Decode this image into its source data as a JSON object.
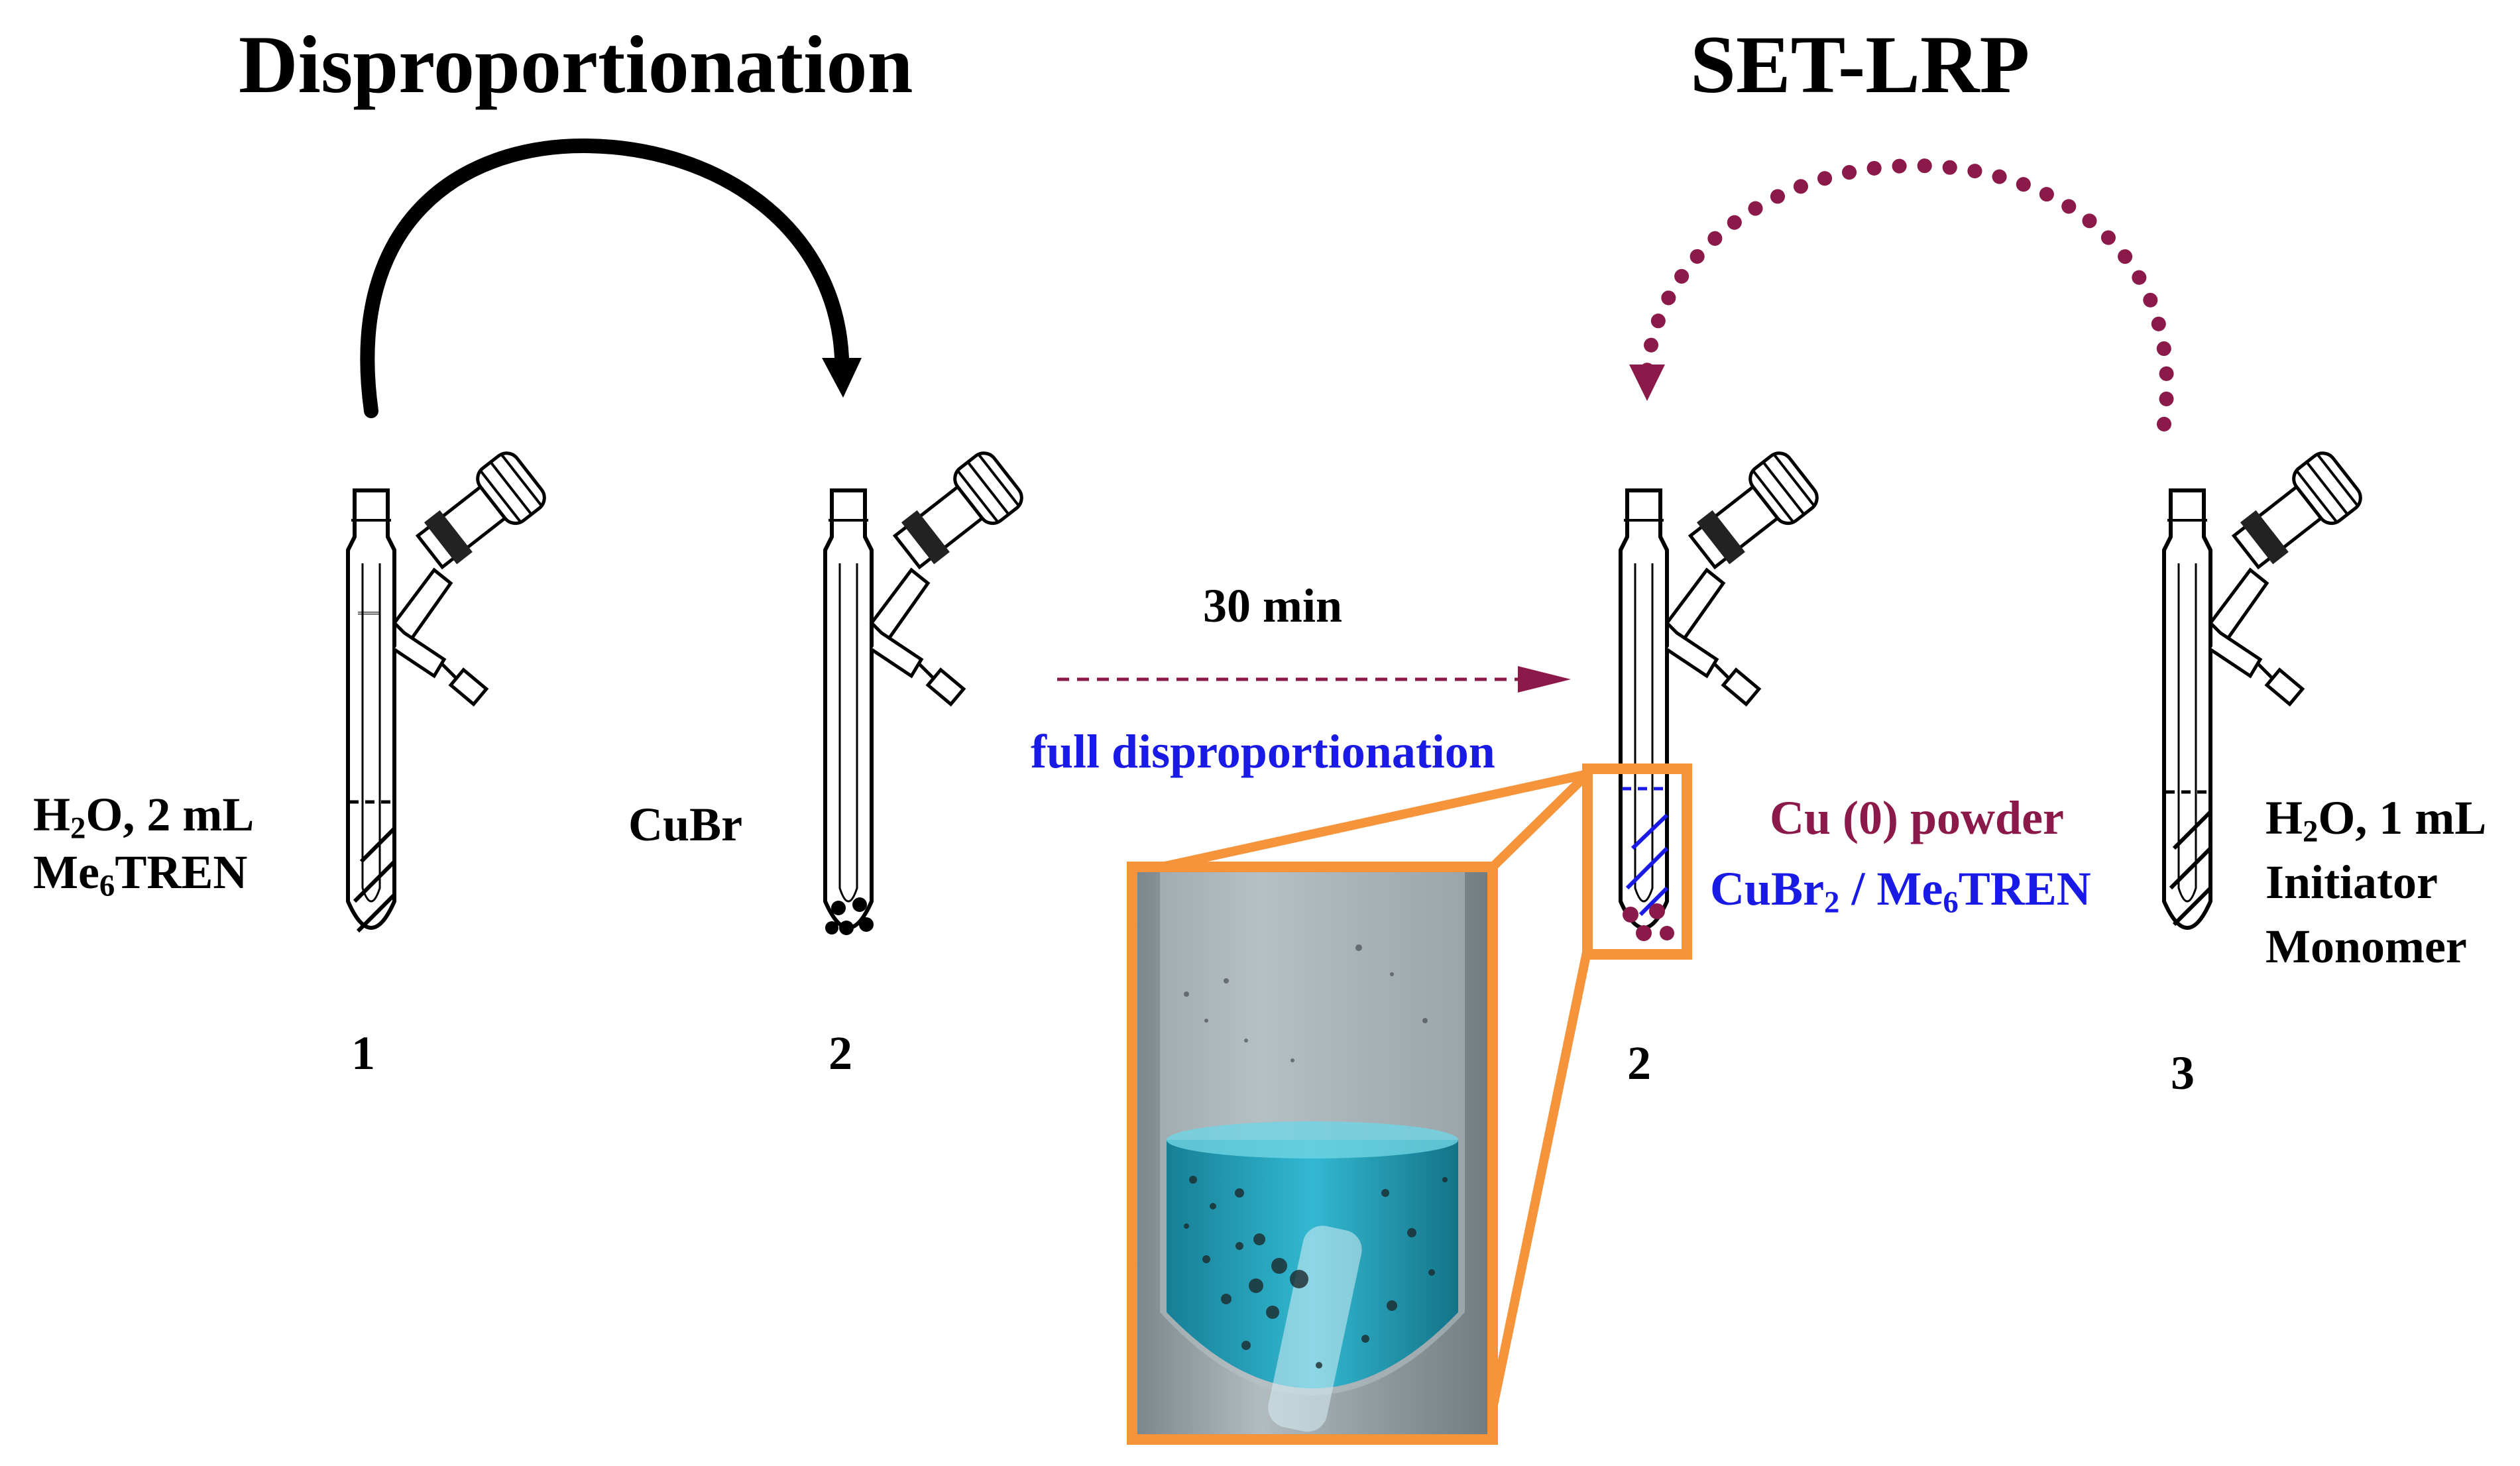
{
  "titles": {
    "left": "Disproportionation",
    "right": "SET-LRP"
  },
  "tubes": [
    {
      "number": "1",
      "contents": "liquid"
    },
    {
      "number": "2",
      "contents": "powder"
    },
    {
      "number": "2",
      "contents": "liquid-with-copper"
    },
    {
      "number": "3",
      "contents": "liquid"
    }
  ],
  "labels": {
    "tube1_line1_a": "H",
    "tube1_line1_sub": "2",
    "tube1_line1_b": "O, 2 mL",
    "tube1_line2_a": "Me",
    "tube1_line2_sub": "6",
    "tube1_line2_b": "TREN",
    "tube2": "CuBr",
    "arrow_time": "30 min",
    "arrow_result": "full disproportionation",
    "cu_powder": "Cu (0) powder",
    "cubr2_a": "CuBr",
    "cubr2_sub": "2",
    "cubr2_b": " / Me",
    "cubr2_sub2": "6",
    "cubr2_c": "TREN",
    "tube3_line1_a": "H",
    "tube3_line1_sub": "2",
    "tube3_line1_b": "O, 1 mL",
    "tube3_line2": "Initiator",
    "tube3_line3": "Monomer"
  },
  "colors": {
    "accent_blue": "#1a1ae6",
    "accent_maroon": "#8b1a4a",
    "frame_orange": "#f6943c",
    "solution_cyan": "#2aa9c4"
  },
  "icons": {
    "transfer_arrow": "curved-arrow-icon",
    "dotted_arrow": "dotted-curved-arrow-icon",
    "schlenk_tube": "schlenk-tube-icon"
  }
}
